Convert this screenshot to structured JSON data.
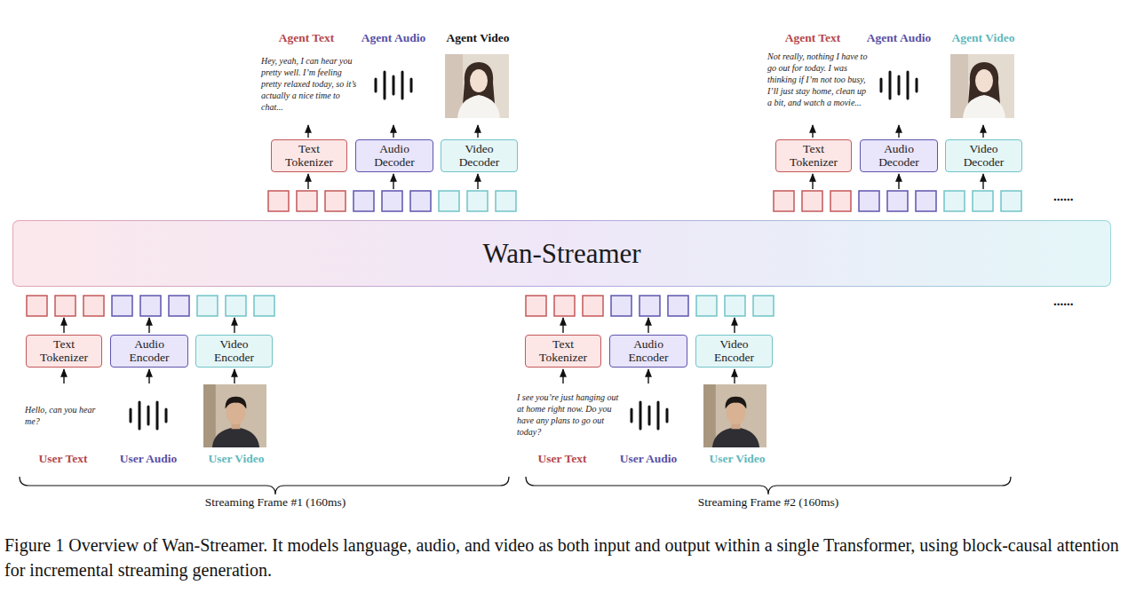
{
  "diagram": {
    "caption": "Figure 1 Overview of Wan-Streamer. It models language, audio, and video as both input and output within a single Transformer, using block-causal attention for incremental streaming generation.",
    "nodes": [
      {
        "text": [
          "Text Tokenizer"
        ]
      },
      {
        "text": [
          "Audio Decoder"
        ]
      },
      {
        "text": [
          "Video Decoder"
        ]
      },
      {
        "text": [
          "Text Tokenizer"
        ]
      },
      {
        "text": [
          "Audio Decoder"
        ]
      },
      {
        "text": [
          "Video Decoder"
        ]
      },
      {
        "text": [
          "Wan-Streamer"
        ]
      },
      {
        "text": [
          "Text Tokenizer"
        ]
      },
      {
        "text": [
          "Audio Encoder"
        ]
      },
      {
        "text": [
          "Video Encoder"
        ]
      },
      {
        "text": [
          "Text Tokenizer"
        ]
      },
      {
        "text": [
          "Audio Encoder"
        ]
      },
      {
        "text": [
          "Video Encoder"
        ]
      }
    ],
    "labels": [
      "Agent Text",
      "Hey, yeah, I can hear you pretty well. I’m feeling pretty relaxed today, so it’s actually a nice time to chat...",
      "Agent Audio",
      "Agent Video",
      "Agent Text",
      "Not really, nothing I have to go out for today. I was thinking if I’m not too busy, I’ll just stay home, clean up a bit, and watch a movie...",
      "Agent Audio",
      "Agent Video",
      "......",
      "......",
      "Hello, can you hear me?",
      "User Text",
      "User Audio",
      "User Video",
      "I see you’re just hanging out at home right now. Do you have any plans to go out today?",
      "User Text",
      "User Audio",
      "User Video",
      "Streaming Frame #1 (160ms)",
      "Streaming Frame #2 (160ms)"
    ]
  }
}
